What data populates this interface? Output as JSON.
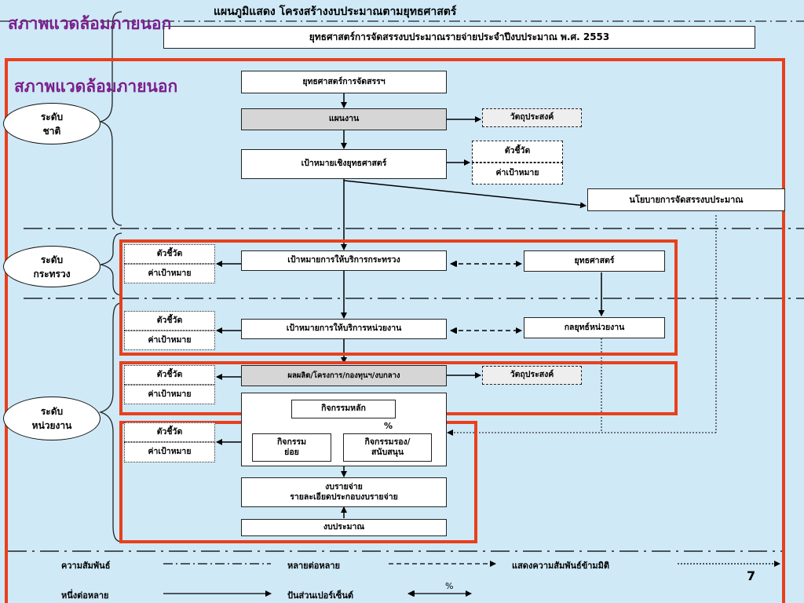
{
  "header": {
    "title": "แผนภูมิแสดง  โครงสร้างงบประมาณตามยุทธศาสตร์",
    "subtitle": "ยุทธศาสตร์การจัดสรรงบประมาณรายจ่ายประจำปีงบประมาณ พ.ศ. 2553",
    "overlay_title": "สภาพแวดล้อมภายนอก",
    "section_title": "สภาพแวดล้อมภายนอก"
  },
  "levels": {
    "national": "ระดับ\nชาติ",
    "ministry": "ระดับ\nกระทรวง",
    "agency": "ระดับ\nหน่วยงาน"
  },
  "boxes": {
    "strategy": "ยุทธศาสตร์การจัดสรรฯ",
    "plan": "แผนงาน",
    "objective1": "วัตถุประสงค์",
    "strategic_goal": "เป้าหมายเชิงยุทธศาสตร์",
    "indicator": "ตัวชี้วัด",
    "target_value": "ค่าเป้าหมาย",
    "budget_policy": "นโยบายการจัดสรรงบประมาณ",
    "ministry_goal": "เป้าหมายการให้บริการกระทรวง",
    "ministry_strategy": "ยุทธศาสตร์",
    "agency_goal": "เป้าหมายการให้บริการหน่วยงาน",
    "agency_strategy": "กลยุทธ์หน่วยงาน",
    "output": "ผลผลิต/โครงการ/กองทุนฯ/งบกลาง",
    "objective2": "วัตถุประสงค์",
    "main_activity": "กิจกรรมหลัก",
    "percent": "%",
    "sub_activity": "กิจกรรม\nย่อย",
    "support_activity": "กิจกรรมรอง/\nสนับสนุน",
    "expenditure": "งบรายจ่าย\nรายละเอียดประกอบงบรายจ่าย",
    "budget": "งบประมาณ"
  },
  "legend": {
    "relation": "ความสัมพันธ์",
    "many_to_many": "หลายต่อหลาย",
    "cross_level": "แสดงความสัมพันธ์ข้ามมิติ",
    "one_to_many": "หนึ่งต่อหลาย",
    "percent_share": "ปันส่วนเปอร์เซ็นต์",
    "percent_symbol": "%"
  },
  "page_number": "7",
  "colors": {
    "background": "#cfe9f7",
    "frame": "#e8401c",
    "title": "#7a1f8b",
    "gray_box": "#d6d6d6"
  }
}
